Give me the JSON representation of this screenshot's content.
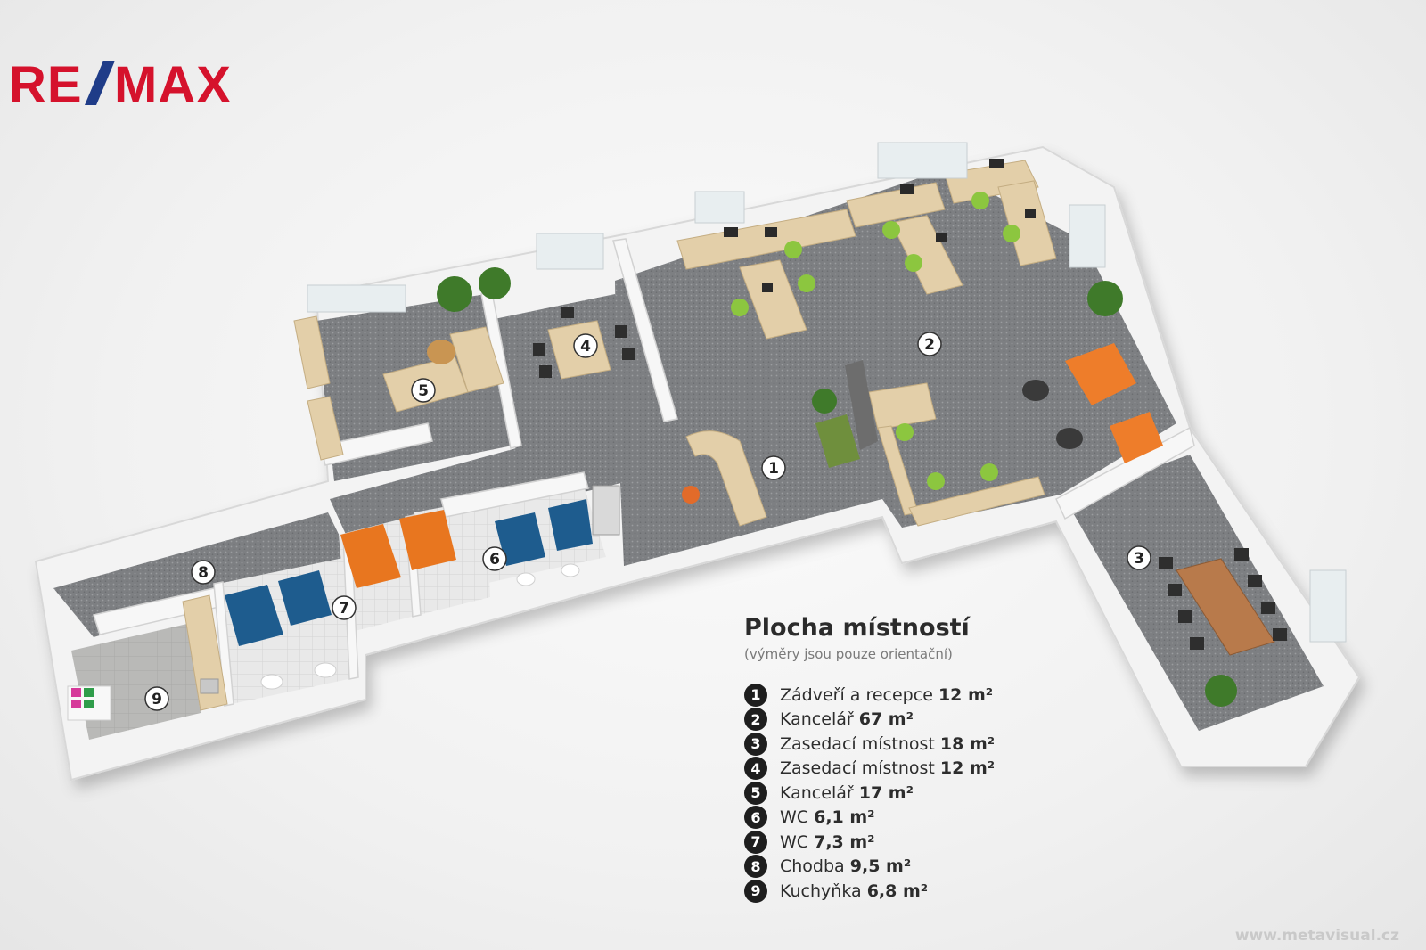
{
  "logo": {
    "text": "RE/MAX",
    "color": "#d5122c"
  },
  "legend": {
    "title": "Plocha místností",
    "note": "(výměry jsou pouze orientační)",
    "items": [
      {
        "num": "1",
        "name": "Zádveří a recepce",
        "area": "12 m²"
      },
      {
        "num": "2",
        "name": "Kancelář",
        "area": "67 m²"
      },
      {
        "num": "3",
        "name": "Zasedací místnost",
        "area": "18 m²"
      },
      {
        "num": "4",
        "name": "Zasedací místnost",
        "area": "12 m²"
      },
      {
        "num": "5",
        "name": "Kancelář",
        "area": "17 m²"
      },
      {
        "num": "6",
        "name": "WC",
        "area": "6,1 m²"
      },
      {
        "num": "7",
        "name": "WC",
        "area": "7,3 m²"
      },
      {
        "num": "8",
        "name": "Chodba",
        "area": "9,5 m²"
      },
      {
        "num": "9",
        "name": "Kuchyňka",
        "area": "6,8 m²"
      }
    ]
  },
  "markers": [
    "1",
    "2",
    "3",
    "4",
    "5",
    "6",
    "7",
    "8",
    "9"
  ],
  "watermark": "www.metavisual.cz",
  "colors": {
    "carpet": "#7d7f82",
    "wall": "#f4f4f4",
    "wood": "#e3cfa9",
    "chair_green": "#8cc63f",
    "sofa_orange": "#ee7d2a",
    "door_orange": "#e8761f",
    "wc_blue": "#1e5c8e"
  }
}
